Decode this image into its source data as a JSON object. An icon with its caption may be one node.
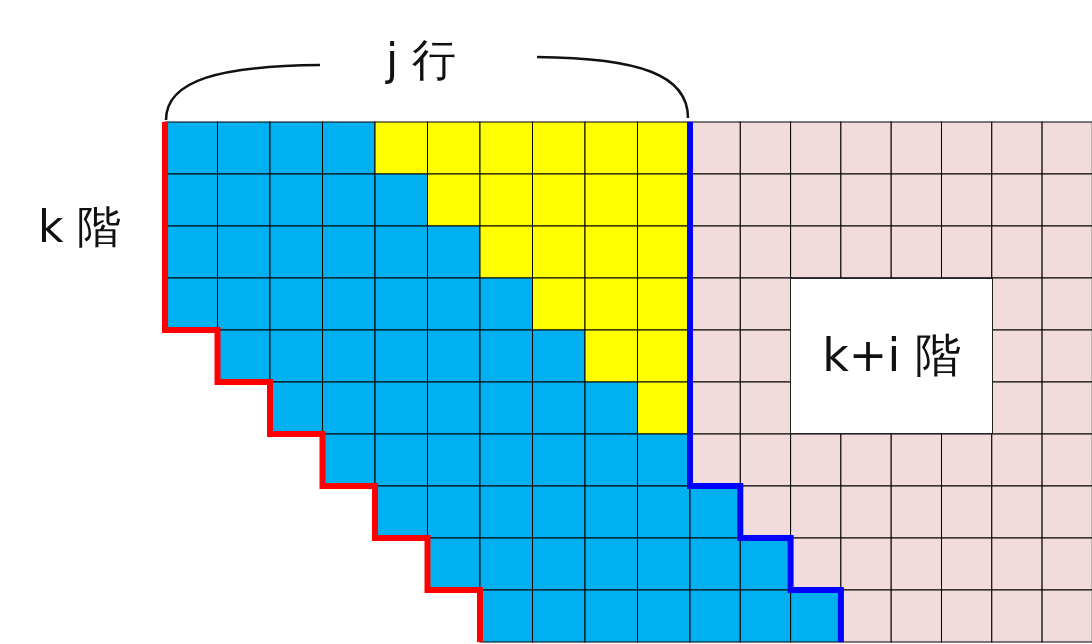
{
  "diagram": {
    "nodes": [
      {
        "text": [
          "k+i 階"
        ]
      }
    ],
    "labels": [
      "j 行",
      "k 階"
    ]
  }
}
